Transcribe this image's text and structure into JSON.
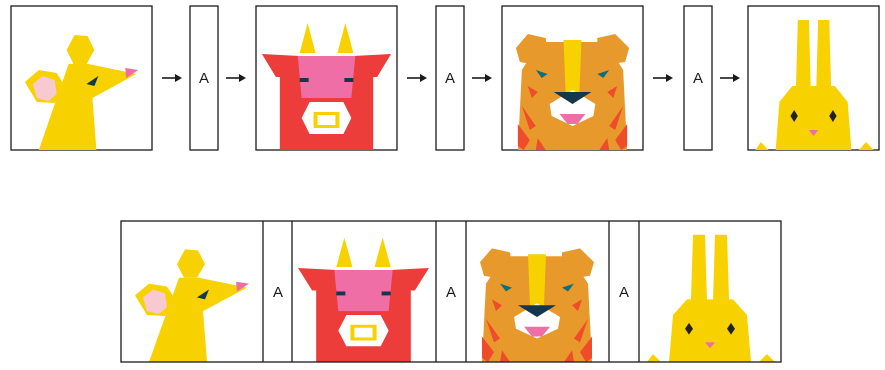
{
  "strip_label": "A",
  "colors": {
    "frame": "#1a1a1a",
    "yellow": "#f7d200",
    "pink": "#ee6ea5",
    "pale_pink": "#f8c9d0",
    "red": "#ec3d3a",
    "orange": "#e8992b",
    "tiger_red": "#ef4c2b",
    "navy": "#15374b",
    "teal": "#0e6f7c",
    "white": "#ffffff",
    "dark": "#222222"
  },
  "sequence": [
    "rat",
    "strip",
    "ox",
    "strip",
    "tiger",
    "strip",
    "rabbit"
  ]
}
